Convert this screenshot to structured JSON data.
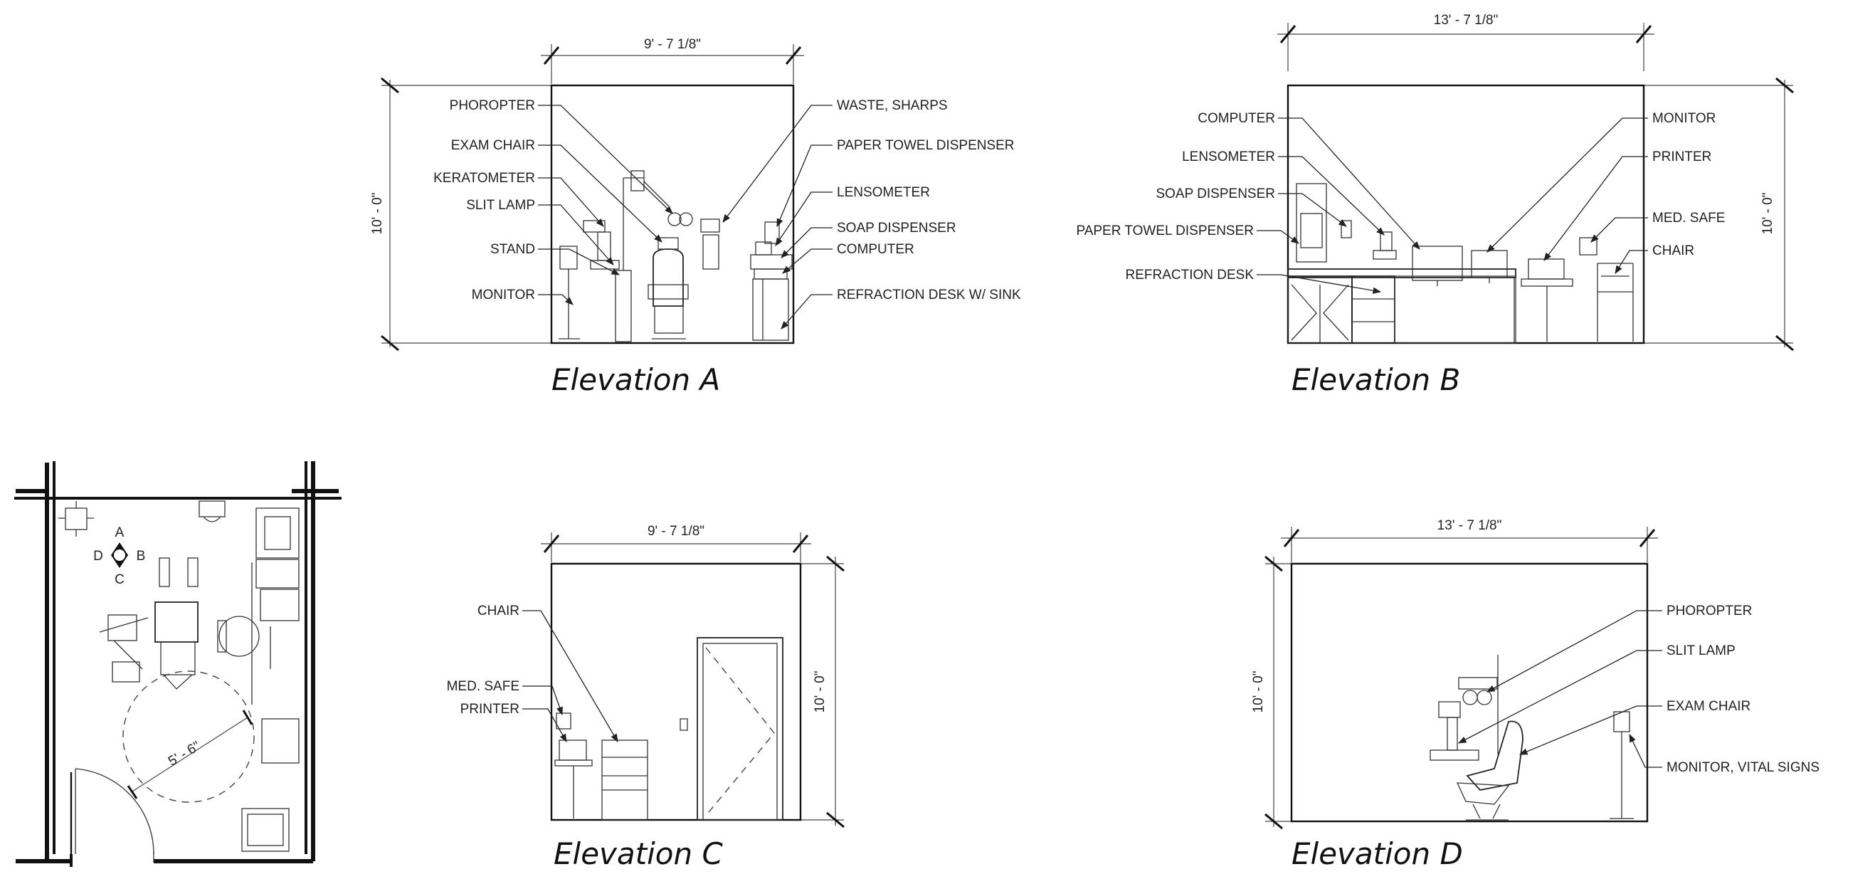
{
  "elevations": {
    "a": {
      "title": "Elevation A",
      "width_dim": "9' - 7 1/8\"",
      "height_dim": "10' - 0\"",
      "left_labels": [
        "PHOROPTER",
        "EXAM CHAIR",
        "KERATOMETER",
        "SLIT LAMP",
        "STAND",
        "MONITOR"
      ],
      "right_labels": [
        "WASTE, SHARPS",
        "PAPER TOWEL DISPENSER",
        "LENSOMETER",
        "SOAP DISPENSER",
        "COMPUTER",
        "REFRACTION DESK W/ SINK"
      ]
    },
    "b": {
      "title": "Elevation B",
      "width_dim": "13' - 7 1/8\"",
      "height_dim": "10' - 0\"",
      "left_labels": [
        "COMPUTER",
        "LENSOMETER",
        "SOAP DISPENSER",
        "PAPER TOWEL DISPENSER",
        "REFRACTION DESK"
      ],
      "right_labels": [
        "MONITOR",
        "PRINTER",
        "MED. SAFE",
        "CHAIR"
      ]
    },
    "c": {
      "title": "Elevation C",
      "width_dim": "9' - 7 1/8\"",
      "height_dim": "10' - 0\"",
      "left_labels": [
        "CHAIR",
        "MED. SAFE",
        "PRINTER"
      ]
    },
    "d": {
      "title": "Elevation D",
      "width_dim": "13' - 7 1/8\"",
      "height_dim": "10' - 0\"",
      "right_labels": [
        "PHOROPTER",
        "SLIT LAMP",
        "EXAM CHAIR",
        "MONITOR, VITAL SIGNS"
      ]
    }
  },
  "plan": {
    "compass": [
      "A",
      "B",
      "C",
      "D"
    ],
    "turning_radius_dim": "5' - 6\""
  }
}
